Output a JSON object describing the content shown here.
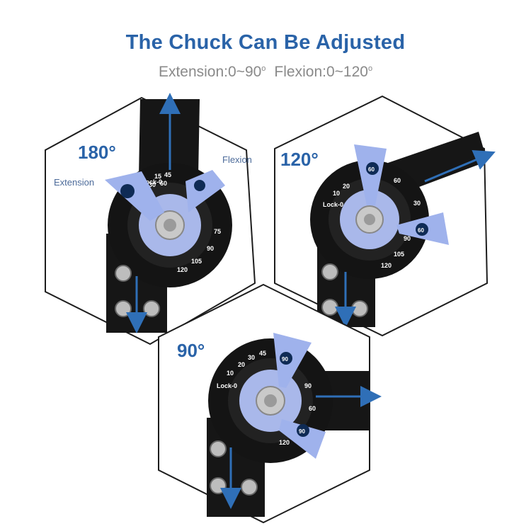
{
  "header": {
    "title": "The Chuck Can Be Adjusted",
    "extension_label": "Extension:0~90",
    "flexion_label": "Flexion:0~120",
    "degree_mark": "o"
  },
  "panels": [
    {
      "angle": "180°",
      "extension_caption": "Extension",
      "flexion_caption": "Flexion",
      "dial_ticks": [
        "Lock-0",
        "15",
        "30",
        "45",
        "60",
        "75",
        "90",
        "105",
        "120"
      ],
      "lock_tab": "Lock-0"
    },
    {
      "angle": "120°",
      "dial_ticks": [
        "Lock-0",
        "10",
        "20",
        "30",
        "60",
        "90",
        "105",
        "120"
      ],
      "top_tab": "60",
      "side_tab": "60"
    },
    {
      "angle": "90°",
      "dial_ticks": [
        "Lock-0",
        "10",
        "20",
        "30",
        "45",
        "60",
        "90",
        "120"
      ],
      "top_tab": "90",
      "side_tab": "90"
    }
  ],
  "colors": {
    "title": "#2a63a8",
    "arrow": "#2f6fb7",
    "hex_border": "#1d1d1d",
    "hinge_body": "#151515",
    "disc": "#a9b8ea",
    "tab": "#9fb2ec"
  }
}
